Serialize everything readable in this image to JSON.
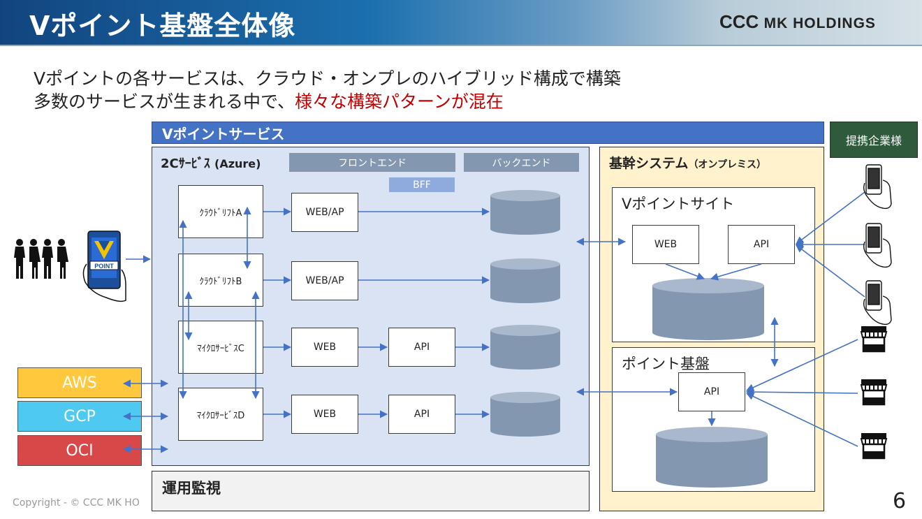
{
  "header": {
    "title": "Vポイント基盤全体像",
    "logo": {
      "ccc": "CCC",
      "rest": "MK HOLDINGS"
    }
  },
  "lead": {
    "line1": "Vポイントの各サービスは、クラウド・オンプレのハイブリッド構成で構築",
    "line2_prefix": "多数のサービスが生まれる中で、",
    "line2_emphasis": "様々な構築パターンが混在"
  },
  "colors": {
    "header_blue": "#1b6fae",
    "service_bar": "#4472c4",
    "panel_2c": "#dae3f3",
    "panel_core": "#fff2cc",
    "tag_grey": "#8497b0",
    "bff": "#8faadc",
    "db": "#8497b0",
    "partner_green": "#2f5a3c",
    "aws": "#ffc83d",
    "gcp": "#4ec9f0",
    "oci": "#d94848",
    "emphasis_red": "#c00000",
    "arrow": "#4472c4"
  },
  "diagram": {
    "service_bar": "Vポイントサービス",
    "partners": "提携企業様",
    "panel_2c": {
      "title": "2Cｻｰﾋﾞｽ",
      "title_suffix": "(Azure)",
      "tags": {
        "front": "フロントエンド",
        "back": "バックエンド",
        "bff": "BFF"
      },
      "services": [
        "ｸﾗｳﾄﾞﾘﾌﾄA",
        "ｸﾗｳﾄﾞﾘﾌﾄB",
        "ﾏｲｸﾛｻｰﾋﾞｽC",
        "ﾏｲｸﾛｻｰﾋﾞｽD"
      ],
      "rows": [
        {
          "front": "WEB/AP",
          "api": ""
        },
        {
          "front": "WEB/AP",
          "api": ""
        },
        {
          "front": "WEB",
          "api": "API"
        },
        {
          "front": "WEB",
          "api": "API"
        }
      ]
    },
    "panel_core": {
      "title": "基幹システム",
      "title_suffix": "（オンプレミス）",
      "site": {
        "title": "Vポイントサイト",
        "web": "WEB",
        "api": "API"
      },
      "base": {
        "title": "ポイント基盤",
        "api": "API"
      }
    },
    "ops": "運用監視",
    "clouds": [
      "AWS",
      "GCP",
      "OCI"
    ],
    "icons": {
      "users": "people-group-icon",
      "app": "vpoint-app-phone-icon",
      "phone": "smartphone-in-hand-icon",
      "store": "storefront-icon"
    }
  },
  "footer": {
    "copyright": "Copyright - © CCC MK HO",
    "page_number": "6"
  }
}
